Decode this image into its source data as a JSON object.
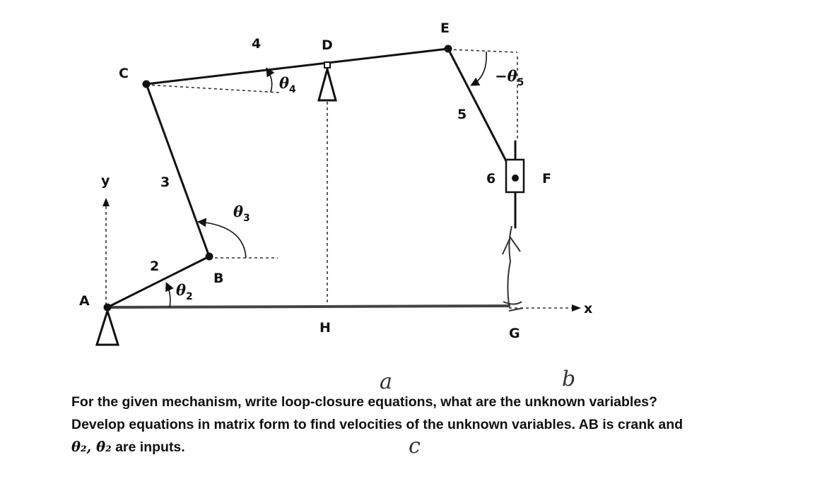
{
  "diagram": {
    "points": {
      "A": "A",
      "B": "B",
      "C": "C",
      "D": "D",
      "E": "E",
      "F": "F",
      "G": "G",
      "H": "H"
    },
    "links": {
      "l2": "2",
      "l3": "3",
      "l4": "4",
      "l5": "5",
      "l6": "6"
    },
    "angles": {
      "t2": {
        "sym": "θ",
        "sub": "2"
      },
      "t3": {
        "sym": "θ",
        "sub": "3"
      },
      "t4": {
        "sym": "θ",
        "sub": "4"
      },
      "t5": {
        "sym": "−θ",
        "sub": "5"
      }
    },
    "axes": {
      "x": "x",
      "y": "y"
    },
    "handwritten": {
      "a": "a",
      "b": "b",
      "c": "c"
    }
  },
  "problem": {
    "line1": "For the given mechanism, write loop-closure equations, what are the unknown variables?",
    "line2": "Develop equations in matrix form to find velocities of the unknown variables. AB is crank and",
    "line3_math": "θ₂, θ̇₂",
    "line3_text": " are inputs."
  }
}
